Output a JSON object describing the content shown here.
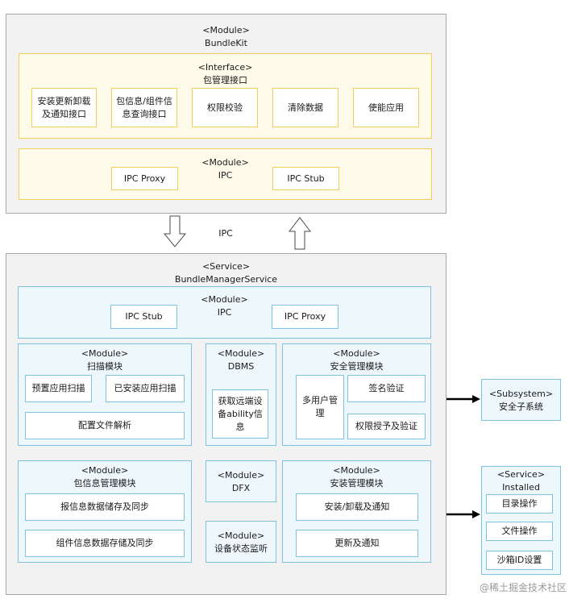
{
  "bundlekit": {
    "stereotype": "<Module>",
    "name": "BundleKit",
    "interface": {
      "stereotype": "<Interface>",
      "name": "包管理接口",
      "items": [
        "安装更新卸载及通知接口",
        "包信息/组件信息查询接口",
        "权限校验",
        "清除数据",
        "使能应用"
      ]
    },
    "ipc": {
      "stereotype": "<Module>",
      "name": "IPC",
      "proxy": "IPC Proxy",
      "stub": "IPC Stub"
    }
  },
  "ipc_label": "IPC",
  "bms": {
    "stereotype": "<Service>",
    "name": "BundleManagerService",
    "ipc": {
      "stereotype": "<Module>",
      "name": "IPC",
      "stub": "IPC Stub",
      "proxy": "IPC Proxy"
    },
    "scan": {
      "stereotype": "<Module>",
      "name": "扫描模块",
      "preinstalled": "预置应用扫描",
      "installed": "已安装应用扫描",
      "config": "配置文件解析"
    },
    "dbms": {
      "stereotype": "<Module>",
      "name": "DBMS",
      "item": "获取远端设备ability信息"
    },
    "security": {
      "stereotype": "<Module>",
      "name": "安全管理模块",
      "multiuser": "多用户管理",
      "signature": "签名验证",
      "permission": "权限授予及验证"
    },
    "bundleinfo": {
      "stereotype": "<Module>",
      "name": "包信息管理模块",
      "item1": "报信息数据储存及同步",
      "item2": "组件信息数据存储及同步"
    },
    "dfx": {
      "stereotype": "<Module>",
      "name": "DFX"
    },
    "devstate": {
      "stereotype": "<Module>",
      "name": "设备状态监听"
    },
    "install": {
      "stereotype": "<Module>",
      "name": "安装管理模块",
      "item1": "安装/卸载及通知",
      "item2": "更新及通知"
    }
  },
  "subsystem": {
    "stereotype": "<Subsystem>",
    "name": "安全子系统"
  },
  "installed": {
    "stereotype": "<Service>",
    "name": "Installed",
    "items": [
      "目录操作",
      "文件操作",
      "沙箱ID设置"
    ]
  },
  "watermark": "@稀土掘金技术社区"
}
